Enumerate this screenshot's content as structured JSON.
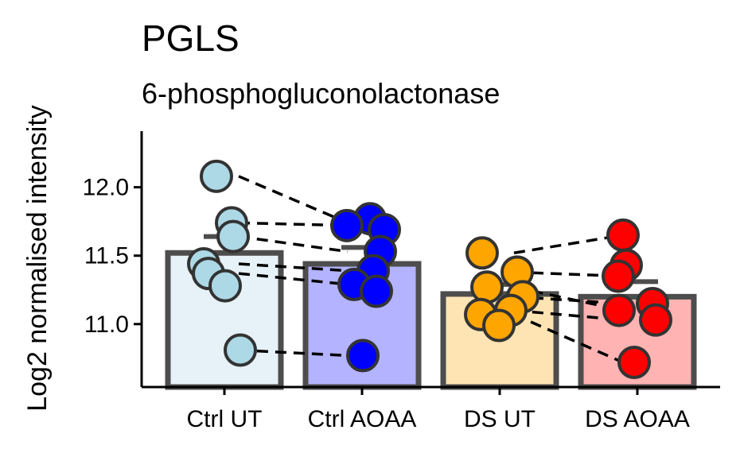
{
  "chart_data": {
    "type": "bar",
    "title": "PGLS",
    "subtitle": "6-phosphogluconolactonase",
    "ylabel": "Log2 normalised intensity",
    "xlabel": "",
    "categories": [
      "Ctrl UT",
      "Ctrl AOAA",
      "DS UT",
      "DS AOAA"
    ],
    "bar_values": [
      11.52,
      11.44,
      11.22,
      11.2
    ],
    "ylim": [
      10.54,
      12.41
    ],
    "yticks": [
      11.0,
      11.5,
      12.0
    ],
    "ytick_labels": [
      "11.0",
      "11.5",
      "12.0"
    ],
    "grid": false,
    "legend": "none",
    "points": [
      [
        12.08,
        11.74,
        11.64,
        11.44,
        11.37,
        11.28,
        10.81
      ],
      [
        11.77,
        11.72,
        11.69,
        11.53,
        11.39,
        11.29,
        11.24,
        10.77
      ],
      [
        11.52,
        11.38,
        11.27,
        11.2,
        11.1,
        11.07,
        10.99
      ],
      [
        11.65,
        11.43,
        11.35,
        11.15,
        11.1,
        11.03,
        10.72
      ]
    ],
    "pairs": [
      [
        12.08,
        11.74
      ],
      [
        11.74,
        11.72
      ],
      [
        11.64,
        11.53
      ],
      [
        11.44,
        11.39
      ],
      [
        11.37,
        11.29
      ],
      [
        10.81,
        10.77
      ],
      [
        11.52,
        11.65
      ],
      [
        11.38,
        11.35
      ],
      [
        11.27,
        11.1
      ],
      [
        11.2,
        11.15
      ],
      [
        11.1,
        11.03
      ],
      [
        11.07,
        10.72
      ]
    ],
    "colors": {
      "point_fill": [
        "#add8e6",
        "#0000ff",
        "#ffa500",
        "#ff0000"
      ],
      "bar_fill": [
        "#e6f2f8",
        "#b3b3ff",
        "#ffe4b3",
        "#ffb3b3"
      ],
      "outline": "#4d4d4d",
      "point_outline": "#333333"
    }
  }
}
